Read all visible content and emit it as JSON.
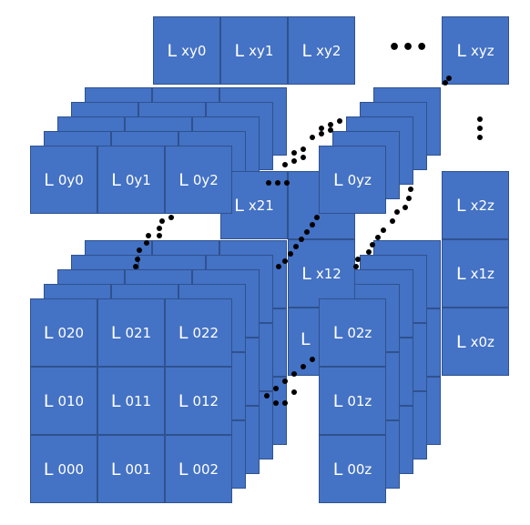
{
  "colors": {
    "cell_fill": "#4472c4",
    "cell_border": "#2f528f",
    "label_text": "#ffffff",
    "dots": "#000000"
  },
  "cell_prefix": "L",
  "top_row": {
    "labels": [
      "xy0",
      "xy1",
      "xy2"
    ],
    "corner": "xyz",
    "ellipsis": "•••"
  },
  "right_column": [
    "x2z",
    "x1z",
    "x0z"
  ],
  "back_middle": {
    "x21": "x21",
    "x12": "x12"
  },
  "top_front": [
    "0y0",
    "0y1",
    "0y2"
  ],
  "top_front_corner": "0yz",
  "front_face": {
    "rows": [
      [
        "020",
        "021",
        "022"
      ],
      [
        "010",
        "011",
        "012"
      ],
      [
        "000",
        "001",
        "002"
      ]
    ],
    "column_z": [
      "02z",
      "01z",
      "00z"
    ]
  }
}
